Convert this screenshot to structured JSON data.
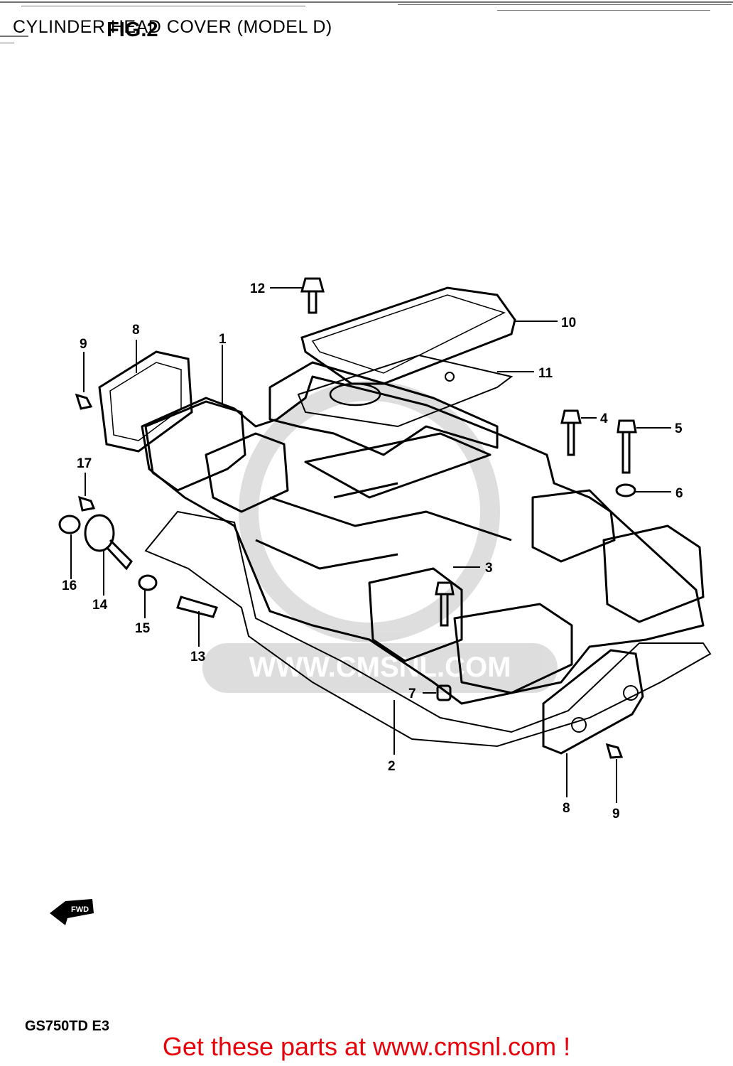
{
  "header": {
    "title": "CYLINDER HEAD COVER (MODEL D)",
    "fig_label": "FIG.2"
  },
  "watermark": "WWW.CMSNL.COM",
  "direction_label": "FWD",
  "callouts": [
    {
      "id": "c12",
      "text": "12"
    },
    {
      "id": "c10",
      "text": "10"
    },
    {
      "id": "c11",
      "text": "11"
    },
    {
      "id": "c9a",
      "text": "9"
    },
    {
      "id": "c8a",
      "text": "8"
    },
    {
      "id": "c1",
      "text": "1"
    },
    {
      "id": "c4",
      "text": "4"
    },
    {
      "id": "c5",
      "text": "5"
    },
    {
      "id": "c6",
      "text": "6"
    },
    {
      "id": "c17",
      "text": "17"
    },
    {
      "id": "c16",
      "text": "16"
    },
    {
      "id": "c14",
      "text": "14"
    },
    {
      "id": "c15",
      "text": "15"
    },
    {
      "id": "c13",
      "text": "13"
    },
    {
      "id": "c3",
      "text": "3"
    },
    {
      "id": "c7",
      "text": "7"
    },
    {
      "id": "c2",
      "text": "2"
    },
    {
      "id": "c8b",
      "text": "8"
    },
    {
      "id": "c9b",
      "text": "9"
    }
  ],
  "footer": {
    "model_code": "GS750TD E3",
    "cta": "Get these parts at www.cmsnl.com !",
    "cta_color": "#e8000b"
  }
}
